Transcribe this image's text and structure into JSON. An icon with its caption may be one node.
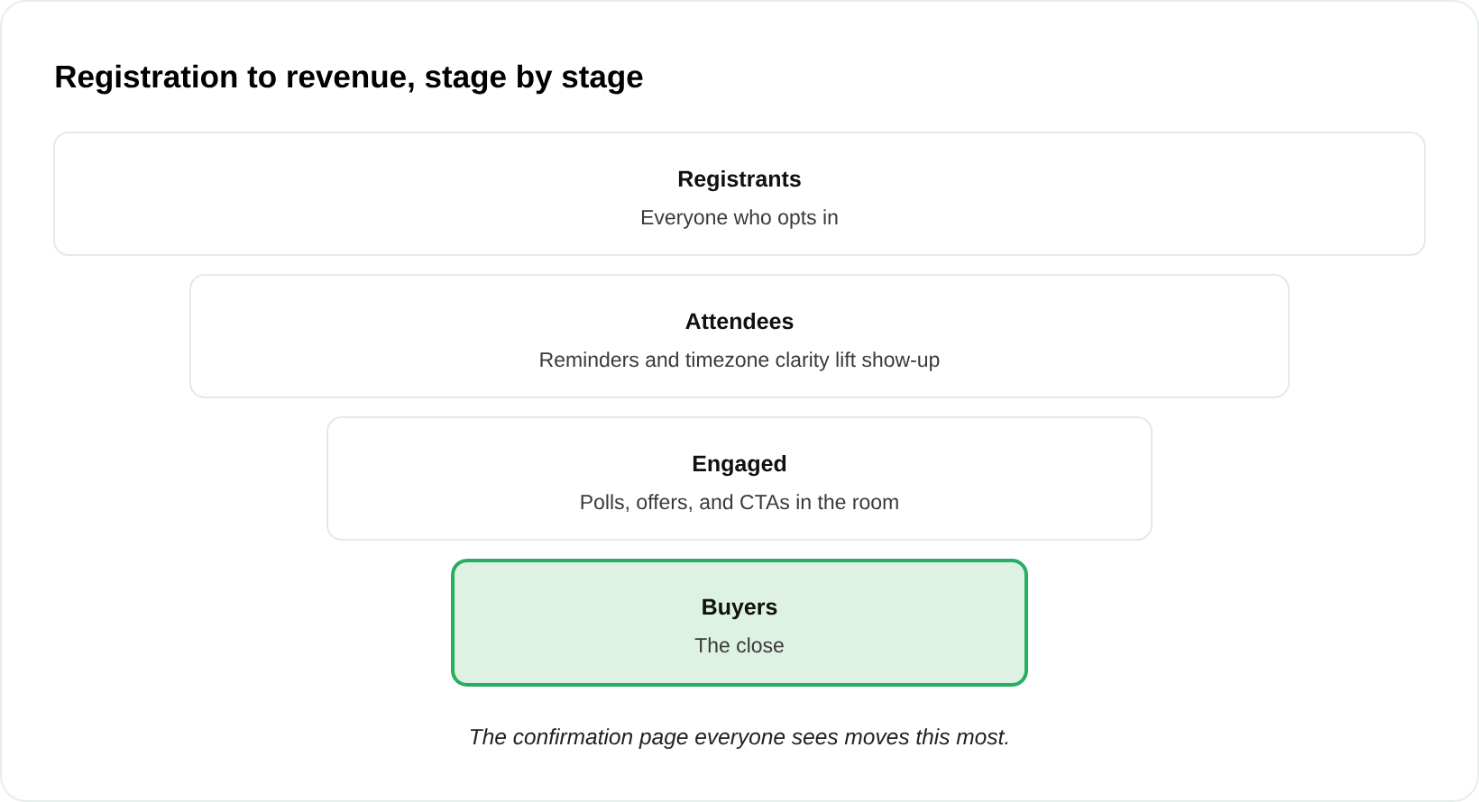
{
  "diagram": {
    "title": "Registration to revenue, stage by stage",
    "nodes": [
      {
        "text": [
          "Registrants",
          "Everyone who opts in"
        ]
      },
      {
        "text": [
          "Attendees",
          "Reminders and timezone clarity lift show-up"
        ]
      },
      {
        "text": [
          "Engaged",
          "Polls, offers, and CTAs in the room"
        ]
      },
      {
        "text": [
          "Buyers",
          "The close"
        ]
      }
    ],
    "caption": "The confirmation page everyone sees moves this most."
  }
}
